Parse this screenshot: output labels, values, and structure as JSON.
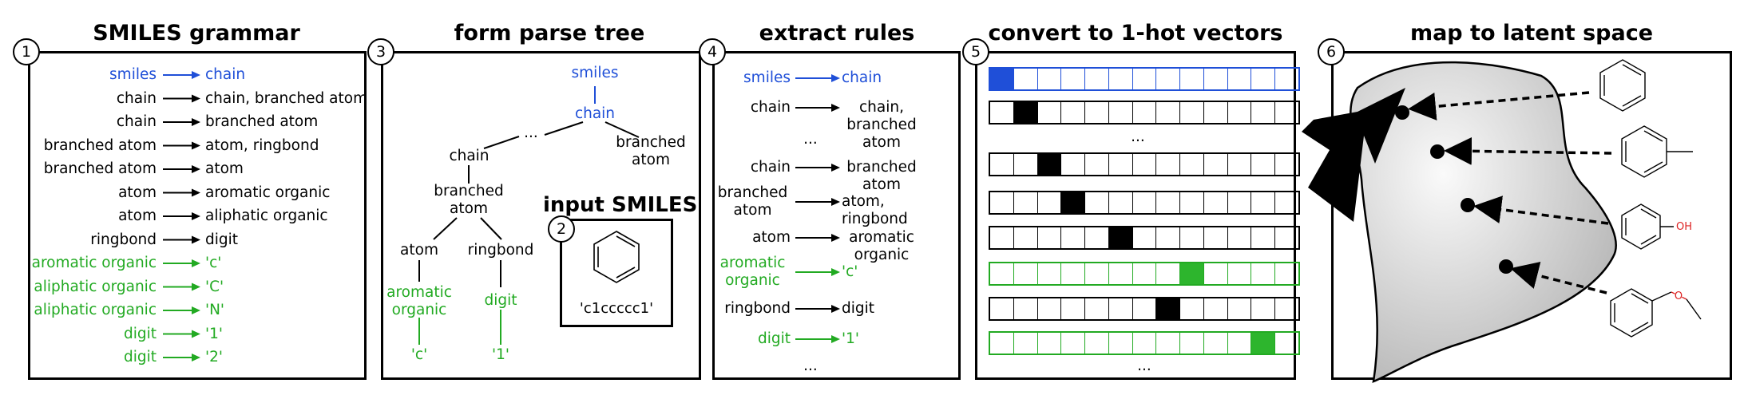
{
  "titles": {
    "p1": "SMILES grammar",
    "p3": "form parse tree",
    "p4": "extract rules",
    "p5": "convert to 1-hot vectors",
    "p6": "map to latent space",
    "input": "input SMILES"
  },
  "badges": {
    "b1": "1",
    "b2": "2",
    "b3": "3",
    "b4": "4",
    "b5": "5",
    "b6": "6"
  },
  "grammar": [
    {
      "lhs": "smiles",
      "rhs": "chain",
      "color": "#1f4fd8"
    },
    {
      "lhs": "chain",
      "rhs": "chain, branched atom",
      "color": "#000000"
    },
    {
      "lhs": "chain",
      "rhs": "branched atom",
      "color": "#000000"
    },
    {
      "lhs": "branched atom",
      "rhs": "atom, ringbond",
      "color": "#000000"
    },
    {
      "lhs": "branched atom",
      "rhs": "atom",
      "color": "#000000"
    },
    {
      "lhs": "atom",
      "rhs": "aromatic organic",
      "color": "#000000"
    },
    {
      "lhs": "atom",
      "rhs": "aliphatic organic",
      "color": "#000000"
    },
    {
      "lhs": "ringbond",
      "rhs": "digit",
      "color": "#000000"
    },
    {
      "lhs": "aromatic organic",
      "rhs": "'c'",
      "color": "#22aa22"
    },
    {
      "lhs": "aliphatic organic",
      "rhs": "'C'",
      "color": "#22aa22"
    },
    {
      "lhs": "aliphatic organic",
      "rhs": "'N'",
      "color": "#22aa22"
    },
    {
      "lhs": "digit",
      "rhs": "'1'",
      "color": "#22aa22"
    },
    {
      "lhs": "digit",
      "rhs": "'2'",
      "color": "#22aa22"
    }
  ],
  "tree": {
    "smiles": "smiles",
    "chain_top": "chain",
    "ellipsis": "...",
    "branched_right": "branched\natom",
    "chain_mid": "chain",
    "branched_left": "branched\natom",
    "atom": "atom",
    "ringbond": "ringbond",
    "aromatic_organic": "aromatic\norganic",
    "digit": "digit",
    "leaf_c": "'c'",
    "leaf_1": "'1'"
  },
  "input_smiles": "'c1ccccc1'",
  "rules": [
    {
      "lhs": "smiles",
      "rhs": "chain",
      "color": "#1f4fd8"
    },
    {
      "lhs": "chain",
      "rhs": "chain, branched\natom",
      "color": "#000000"
    },
    {
      "lhs": "...",
      "rhs": "",
      "color": "#000000"
    },
    {
      "lhs": "chain",
      "rhs": "branched\natom",
      "color": "#000000"
    },
    {
      "lhs": "branched\natom",
      "rhs": "atom, ringbond",
      "color": "#000000"
    },
    {
      "lhs": "atom",
      "rhs": "aromatic\norganic",
      "color": "#000000"
    },
    {
      "lhs": "aromatic\norganic",
      "rhs": "'c'",
      "color": "#22aa22"
    },
    {
      "lhs": "ringbond",
      "rhs": "digit",
      "color": "#000000"
    },
    {
      "lhs": "digit",
      "rhs": "'1'",
      "color": "#22aa22"
    },
    {
      "lhs": "...",
      "rhs": "",
      "color": "#000000"
    }
  ],
  "onehot": {
    "num_cells": 13,
    "rows": [
      {
        "hot": 0,
        "color": "blue"
      },
      {
        "hot": 1,
        "color": "black"
      },
      {
        "ellipsis": "..."
      },
      {
        "hot": 2,
        "color": "black"
      },
      {
        "hot": 3,
        "color": "black"
      },
      {
        "hot": 5,
        "color": "black"
      },
      {
        "hot": 8,
        "color": "green"
      },
      {
        "hot": 7,
        "color": "black"
      },
      {
        "hot": 11,
        "color": "green"
      }
    ],
    "bottom_ellipsis": "..."
  },
  "latent": {
    "molecule_labels": {
      "oh": "OH"
    },
    "label_color": "#dd2222"
  }
}
